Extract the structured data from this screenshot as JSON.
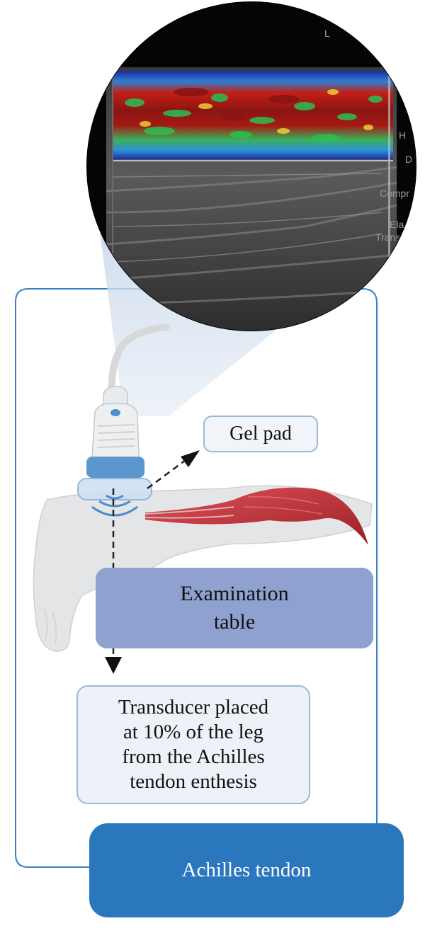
{
  "labels": {
    "gel_pad": "Gel pad",
    "examination_table": "Examination\ntable",
    "transducer": "Transducer placed\nat 10% of the leg\nfrom the Achilles\ntendon enthesis",
    "achilles_tendon": "Achilles tendon"
  },
  "inset_edge_labels": [
    "L",
    "H",
    "D",
    "Compr",
    "Ela",
    "Trans"
  ],
  "colors": {
    "frame_border": "#3a7fc4",
    "achilles_box": "#2a77be",
    "table_box": "#8fa1cf",
    "muscle": "#c9363b",
    "transducer_band": "#5b97cf"
  },
  "icons": [
    "ultrasound-transducer-icon",
    "leg-icon",
    "calf-muscle-icon",
    "elastography-image"
  ]
}
